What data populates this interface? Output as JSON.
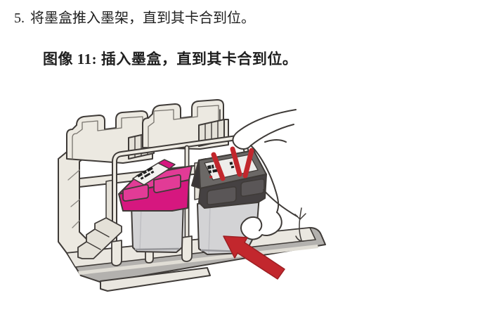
{
  "document": {
    "step": {
      "number": "5.",
      "text": "将墨盒推入墨架，直到其卡合到位。"
    },
    "figure": {
      "caption": "图像 11: 插入墨盒，直到其卡合到位。"
    }
  },
  "illustration": {
    "elements": [
      "printer-carriage",
      "tricolor-cartridge",
      "black-cartridge",
      "pressing-hand",
      "click-lines",
      "push-arrow",
      "carriage-base-rail"
    ],
    "colors": {
      "outline": "#3f3b38",
      "carriage_beige": "#ece9e1",
      "carriage_beige_shadow": "#e4e1d8",
      "cartridge_body_gray": "#d3d3d5",
      "tricolor_cap_magenta": "#d6177f",
      "tricolor_cap_highlight": "#e23b96",
      "black_cap": "#454142",
      "black_cap_top": "#6b6866",
      "label_white": "#f4f3f0",
      "arrow_red": "#c2272d",
      "base_gray": "#b3b1ae",
      "base_light": "#eae7e0"
    }
  }
}
